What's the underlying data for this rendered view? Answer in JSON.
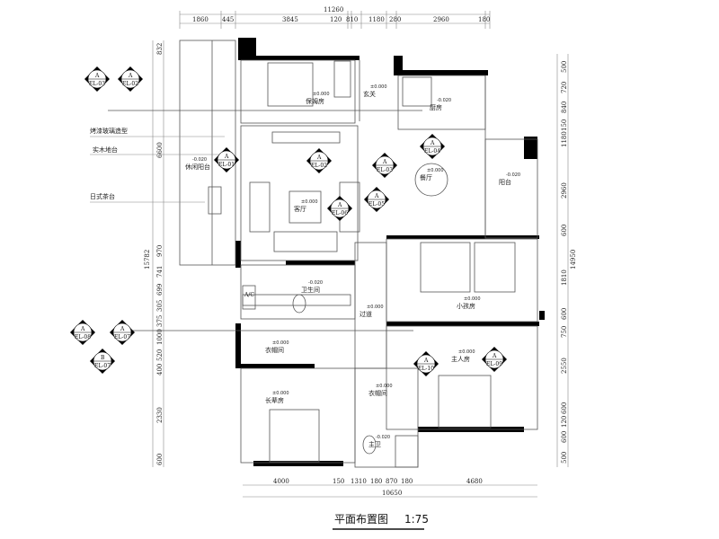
{
  "drawing": {
    "title": "平面布置图",
    "scale": "1:75"
  },
  "dimensions": {
    "top_total": "11260",
    "top": [
      "1860",
      "445",
      "3845",
      "120",
      "810",
      "1180",
      "280",
      "2960",
      "180"
    ],
    "bottom_total": "10650",
    "bottom": [
      "4000",
      "150",
      "1310",
      "180",
      "870",
      "180",
      "4680"
    ],
    "left_total": "15782",
    "left": [
      "832",
      "6600",
      "970",
      "741",
      "699",
      "305",
      "375",
      "1000",
      "520",
      "400",
      "2330",
      "600"
    ],
    "right_total": "14950",
    "right": [
      "500",
      "720",
      "840",
      "150",
      "1180",
      "2960",
      "600",
      "1810",
      "600",
      "750",
      "2550",
      "600",
      "120",
      "600",
      "500"
    ]
  },
  "rooms": [
    {
      "name": "保姆房",
      "level": "±0.000"
    },
    {
      "name": "玄关",
      "level": "±0.000"
    },
    {
      "name": "厨房",
      "level": "-0.020"
    },
    {
      "name": "餐厅",
      "level": "±0.000"
    },
    {
      "name": "客厅",
      "level": "±0.000"
    },
    {
      "name": "阳台",
      "level": "-0.020"
    },
    {
      "name": "休闲阳台",
      "level": "-0.020"
    },
    {
      "name": "卫生间",
      "level": "-0.020"
    },
    {
      "name": "过道",
      "level": "±0.000"
    },
    {
      "name": "衣帽间",
      "level": "±0.000"
    },
    {
      "name": "小孩房",
      "level": "±0.000"
    },
    {
      "name": "主人房",
      "level": "±0.000"
    },
    {
      "name": "衣帽间",
      "level": "±0.000"
    },
    {
      "name": "长辈房",
      "level": "±0.000"
    },
    {
      "name": "主卫",
      "level": "-0.020"
    }
  ],
  "notes": [
    "烤漆玻璃造型",
    "实木地台",
    "日式茶台"
  ],
  "ac_label": "A/C",
  "elevation_tags": [
    {
      "letter": "A",
      "code": "EL-03"
    },
    {
      "letter": "A",
      "code": "EL-02"
    },
    {
      "letter": "A",
      "code": "EL-01"
    },
    {
      "letter": "A",
      "code": "EL-02"
    },
    {
      "letter": "A",
      "code": "EL-03"
    },
    {
      "letter": "A",
      "code": "EL-04"
    },
    {
      "letter": "A",
      "code": "EL-05"
    },
    {
      "letter": "A",
      "code": "EL-06"
    },
    {
      "letter": "A",
      "code": "EL-08"
    },
    {
      "letter": "A",
      "code": "EL-07"
    },
    {
      "letter": "B",
      "code": "EL-07"
    },
    {
      "letter": "A",
      "code": "EL-10"
    },
    {
      "letter": "A",
      "code": "EL-09"
    }
  ]
}
